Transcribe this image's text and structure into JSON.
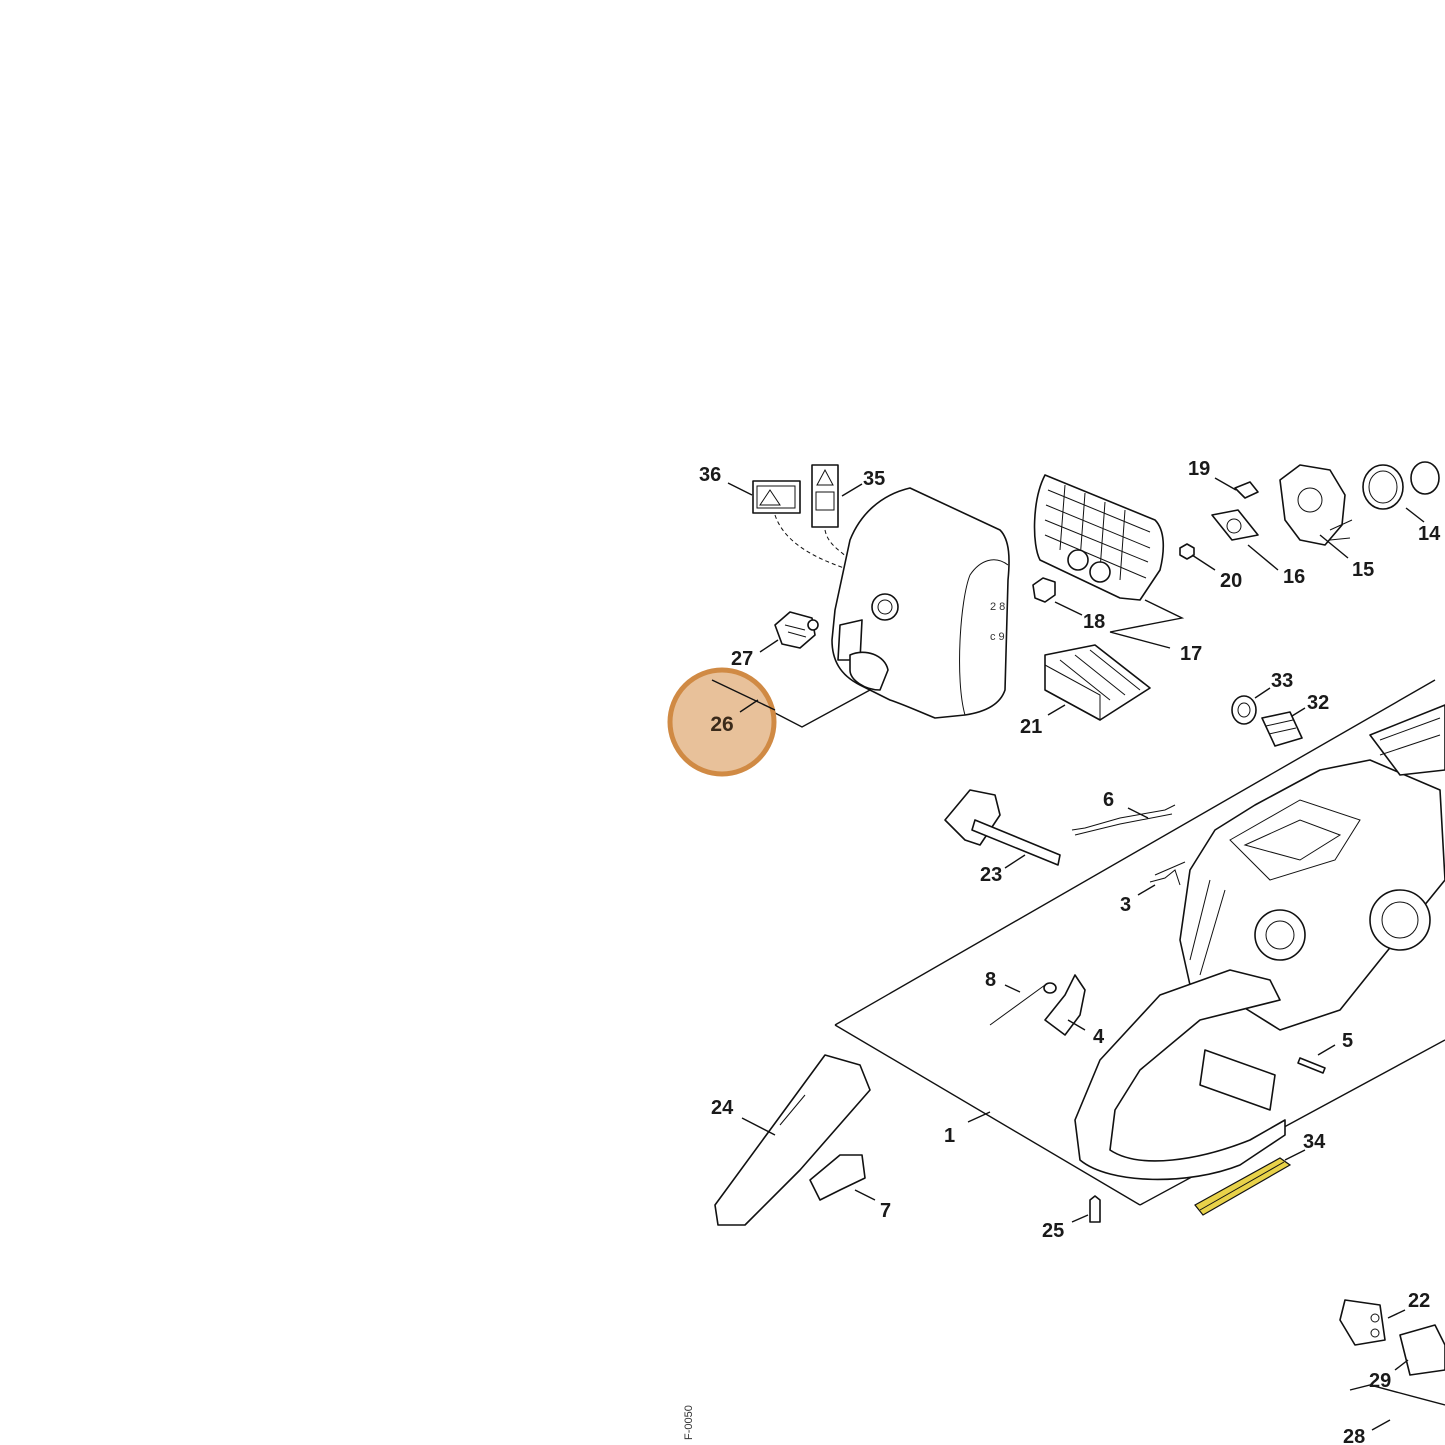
{
  "diagram": {
    "highlight": {
      "label": "26",
      "ring_color": "#d08a44",
      "fill_color": "#e8c19a"
    },
    "accent_part": {
      "label": "34",
      "color": "#e8d24a"
    },
    "side_code": "F-0050",
    "labels": [
      "1",
      "3",
      "4",
      "5",
      "6",
      "7",
      "8",
      "14",
      "15",
      "16",
      "17",
      "18",
      "19",
      "20",
      "21",
      "22",
      "23",
      "24",
      "25",
      "27",
      "28",
      "29",
      "32",
      "33",
      "34",
      "35",
      "36"
    ]
  }
}
